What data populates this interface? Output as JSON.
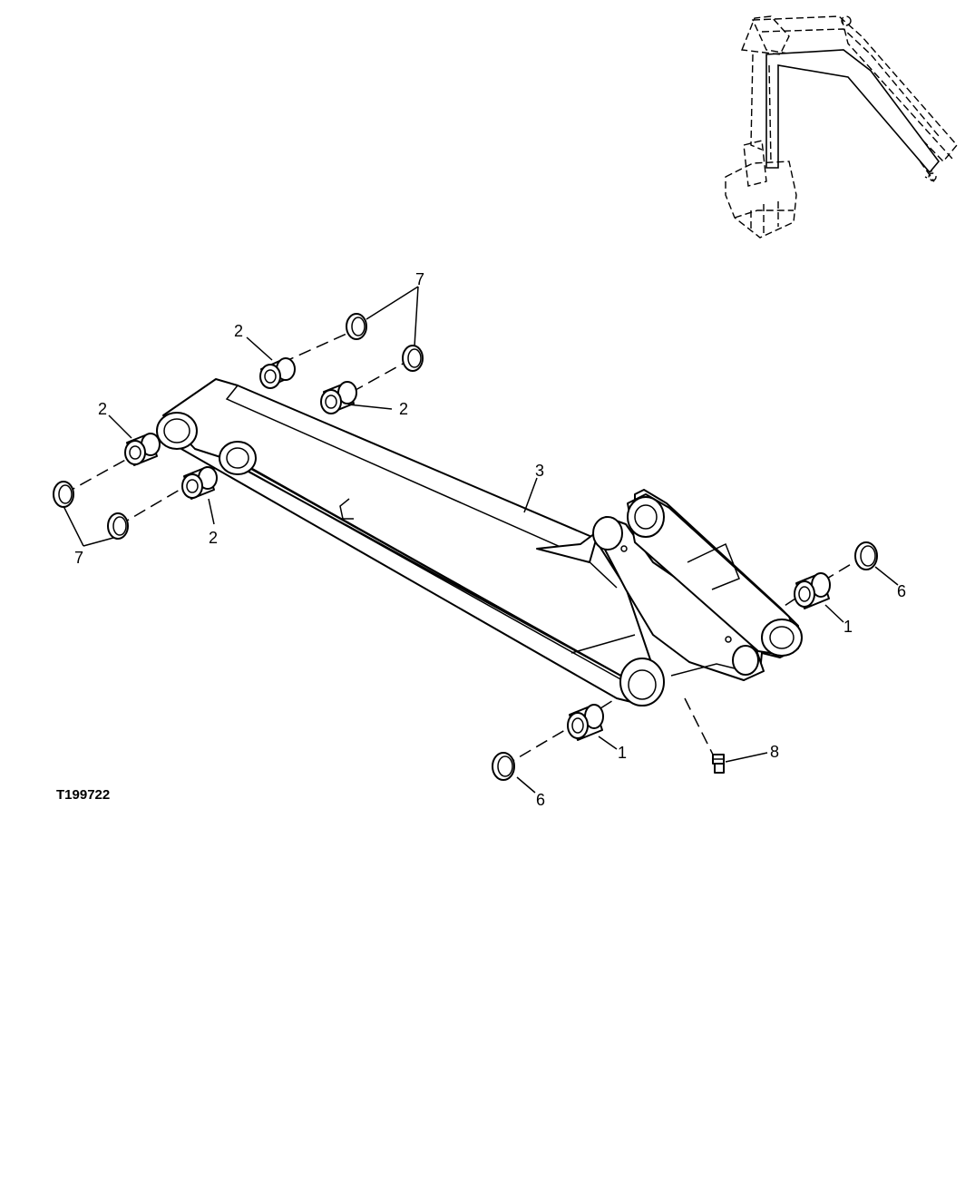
{
  "figure_id": "T199722",
  "callouts": {
    "c2_top": "2",
    "c7_top": "7",
    "c2_mid": "2",
    "c2_left": "2",
    "c2_low": "2",
    "c7_left": "7",
    "c3": "3",
    "c1_right": "1",
    "c6_right": "6",
    "c1_bottom": "1",
    "c6_bottom": "6",
    "c8": "8"
  }
}
